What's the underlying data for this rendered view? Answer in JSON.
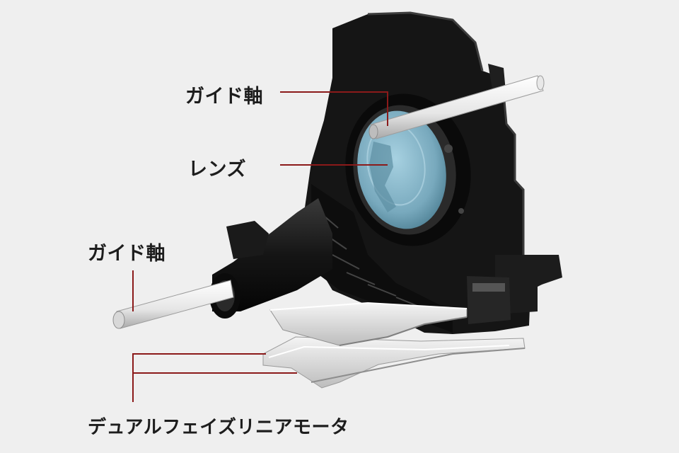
{
  "labels": {
    "guide_shaft_top": "ガイド軸",
    "lens": "レンズ",
    "guide_shaft_left": "ガイド軸",
    "motor": "デュアルフェイズリニアモータ"
  },
  "colors": {
    "background": "#efefef",
    "leader_line": "#8b1a1a",
    "housing": "#141414",
    "lens": "#7fb0c4",
    "shaft": "#f2f2f2",
    "plate": "#d9d9d9"
  }
}
